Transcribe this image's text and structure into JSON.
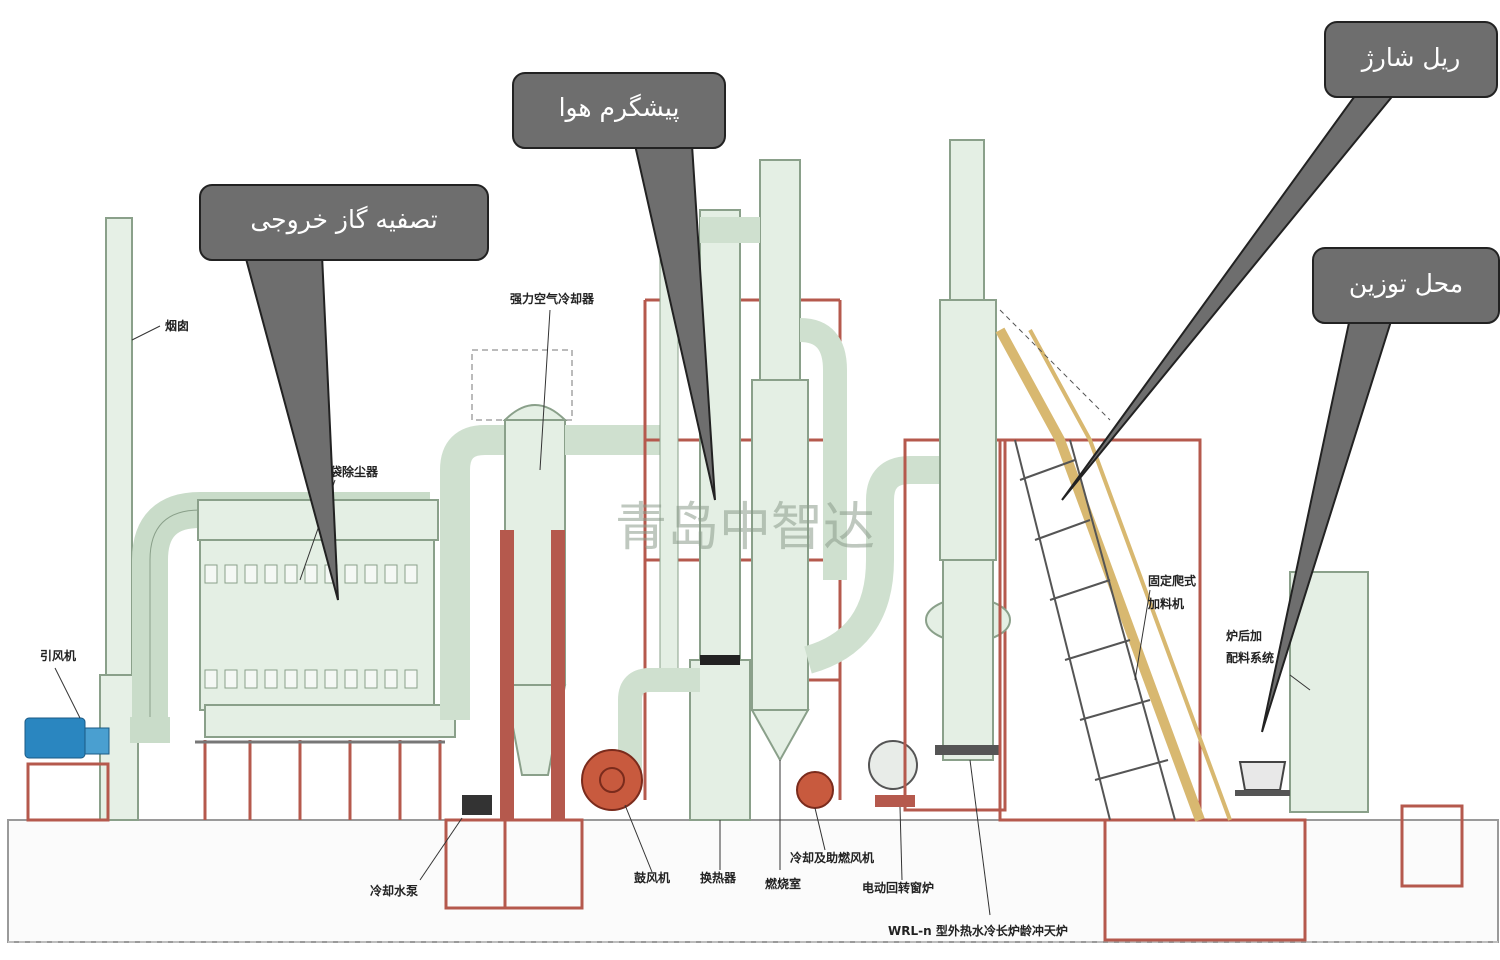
{
  "callouts": {
    "exhaust": "تصفیه گاز خروجی",
    "preheater": "پیشگرم هوا",
    "rail": "ریل شارژ",
    "weighing": "محل توزین"
  },
  "labels": {
    "chimney": "烟囱",
    "fan": "引风机",
    "bag_filter": "袋除尘器",
    "air_cooler": "强力空气冷却器",
    "pump": "冷却水泵",
    "blower": "鼓风机",
    "heat_exchanger": "换热器",
    "combustion": "燃烧室",
    "cooling_fan": "冷却及助燃风机",
    "rotary_furnace": "电动回转窗炉",
    "cupola": "WRL-n 型外热水冷长炉龄冲天炉",
    "feeder_line1": "固定爬式",
    "feeder_line2": "加料机",
    "batching_line1": "炉后加",
    "batching_line2": "配料系统",
    "watermark": "青岛中智达"
  },
  "colors": {
    "equipment_fill": "#e4efe4",
    "equipment_stroke": "#8aa08a",
    "frame": "#b5594d",
    "callout": "#6e6e6e",
    "motor": "#2a86c0",
    "blower": "#b8432e"
  }
}
